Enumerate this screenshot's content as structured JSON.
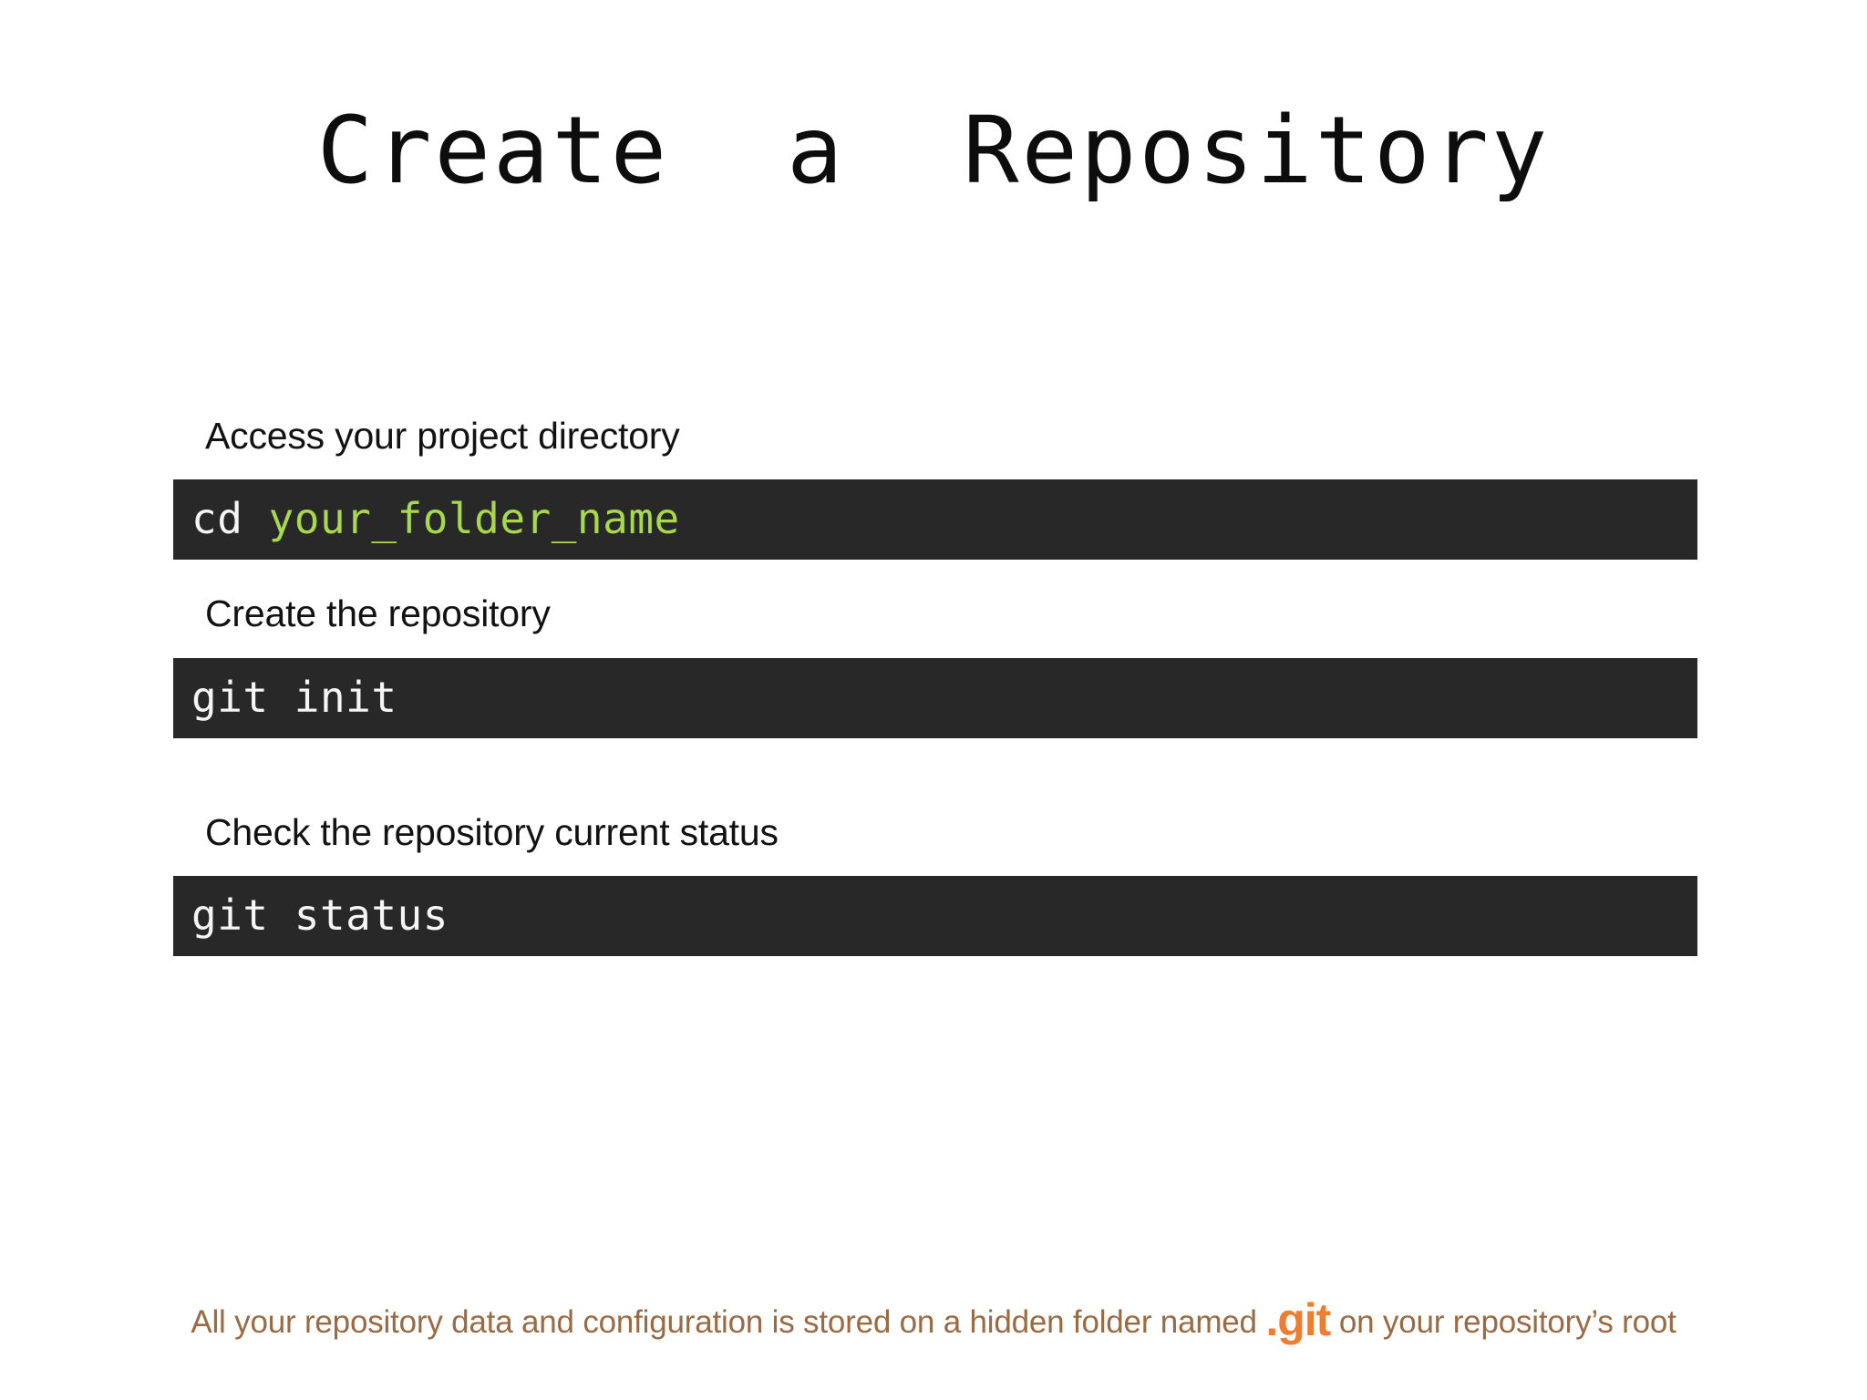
{
  "slide": {
    "title": "Create  a  Repository",
    "background_color": "#ffffff"
  },
  "steps": [
    {
      "label": "Access your project directory",
      "command": {
        "cmd": "cd ",
        "arg": "your_folder_name"
      }
    },
    {
      "label": "Create the repository",
      "command": {
        "cmd": "git init",
        "arg": ""
      }
    },
    {
      "label": "Check the repository current status",
      "command": {
        "cmd": "git status",
        "arg": ""
      }
    }
  ],
  "footer": {
    "text_before": "All your repository data and configuration is stored on a hidden folder named ",
    "accent": ".git",
    "text_after": " on your repository’s root"
  },
  "colors": {
    "code_background": "#282828",
    "code_text": "#f5f5f5",
    "code_argument": "#a8d84b",
    "footer_text": "#9a6a43",
    "footer_accent": "#ed7d31",
    "title_text": "#0d0d0d"
  }
}
